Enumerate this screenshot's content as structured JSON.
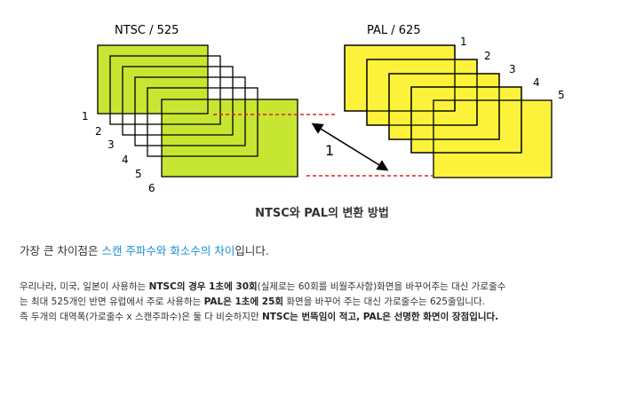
{
  "figure": {
    "ntsc_title": "NTSC / 525",
    "pal_title": "PAL / 625",
    "ntsc_numbers": [
      "1",
      "2",
      "3",
      "4",
      "5",
      "6"
    ],
    "pal_numbers": [
      "1",
      "2",
      "3",
      "4",
      "5"
    ],
    "ratio_label": "1",
    "colors": {
      "ntsc_fill": "#c7e632",
      "pal_fill": "#fcf23c",
      "dash": "#e02020"
    }
  },
  "caption": "NTSC와 PAL의 변환 방법",
  "summary": {
    "prefix": "가장 큰 차이점은 ",
    "highlight1": "스캔 주파수와 화소수의 차이",
    "suffix": "입니다."
  },
  "body": {
    "line1_a": "우리나라, 미국, 일본이 사용하는 ",
    "line1_b": "NTSC의 경우 1초에 30회",
    "line1_c": "(실제로는 60회를 비월주사함)화면을 바꾸어주는 대신 가로줄수",
    "line2_a": "는 최대 525개인 반면 유럽에서 주로 사용하는 ",
    "line2_b": "PAL은 1초에 25회",
    "line2_c": " 화면을 바꾸어 주는 대신 가로줄수는 625줄입니다.",
    "line3_a": "즉 두개의 대역폭(가로줄수 x 스캔주파수)은 둘 다 비슷하지만 ",
    "line3_b": "NTSC는 번뜩임이 적고, PAL은 선명한 화면이 장점입니다."
  }
}
